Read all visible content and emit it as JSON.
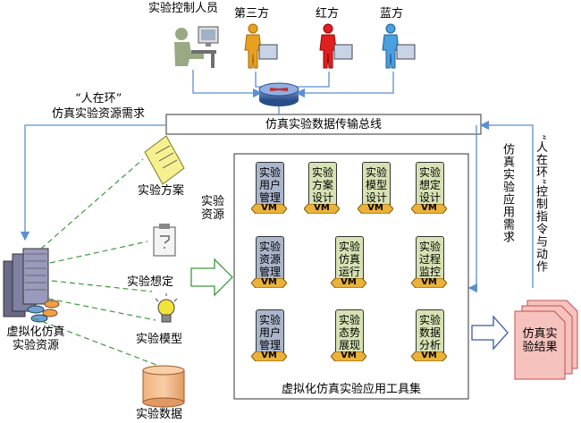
{
  "roles": {
    "operators": "实验控制人员",
    "third_party": "第三方",
    "red": "红方",
    "blue": "蓝方"
  },
  "bus": "仿真实验数据传输总线",
  "left_demand": {
    "line1": "“人在环”",
    "line2": "仿真实验资源需求"
  },
  "right_demand_1": "仿真实验应用需求",
  "right_demand_2": "“人在环”控制指令与动作",
  "resource_items": {
    "plan": "实验方案",
    "scenario": "实验想定",
    "model": "实验模型",
    "data": "实验数据"
  },
  "virtual_resource": "虚拟化仿真\n实验资源",
  "experiment_resource": "实验\n资源",
  "toolset_title": "虚拟化仿真实验应用工具集",
  "vm_label": "VM",
  "modules": {
    "r1c1": "实验\n用户\n管理",
    "r1c2": "实验\n方案\n设计",
    "r1c3": "实验\n模型\n设计",
    "r1c4": "实验\n想定\n设计",
    "r2c1": "实验\n资源\n管理",
    "r2c2": "实验\n仿真\n运行",
    "r2c3": "实验\n过程\n监控",
    "r3c1": "实验\n用户\n管理",
    "r3c2": "实验\n态势\n展现",
    "r3c3": "实验\n数据\n分析"
  },
  "result": "仿真实\n验结果",
  "colors": {
    "flow_blue": "#5b8fd0",
    "dashed_green": "#3c9a3c",
    "red_role": "#e02020",
    "blue_role": "#4aa0e0",
    "third_role": "#e8a020",
    "result_pink": "#f6c2bd"
  }
}
